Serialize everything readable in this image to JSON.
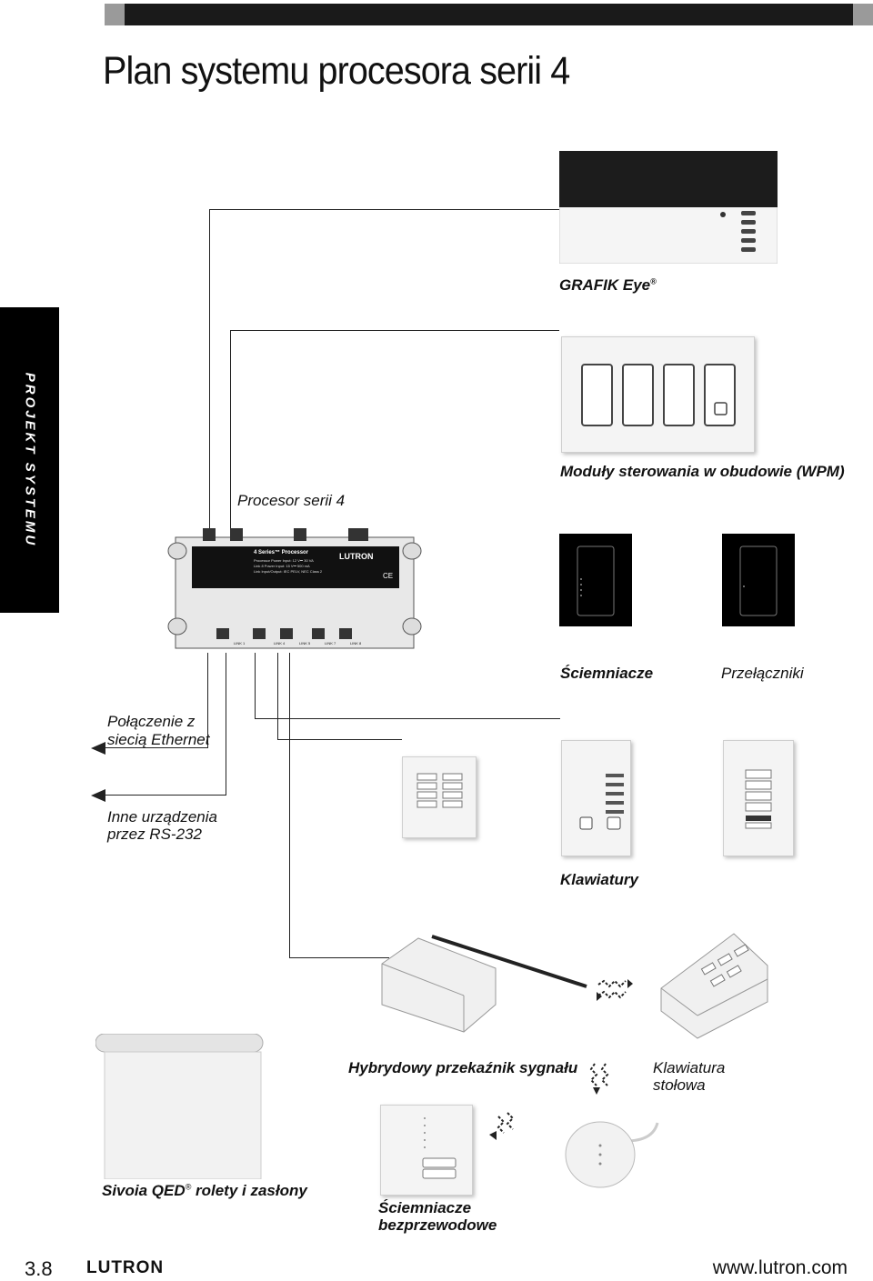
{
  "header": {
    "title": "Plan systemu procesora serii 4"
  },
  "sidebar": {
    "tab_label": "PROJEKT SYSTEMU"
  },
  "labels": {
    "grafik_eye": "GRAFIK Eye",
    "grafik_eye_reg": "®",
    "processor": "Procesor serii 4",
    "wpm": "Moduły sterowania w obudowie (WPM)",
    "dimmers": "Ściemniacze",
    "switches": "Przełączniki",
    "ethernet_line1": "Połączenie z",
    "ethernet_line2": "siecią Ethernet",
    "rs232_line1": "Inne urządzenia",
    "rs232_line2": "przez RS-232",
    "keypads": "Klawiatury",
    "hybrid_repeater": "Hybrydowy przekaźnik sygnału",
    "tabletop_line1": "Klawiatura",
    "tabletop_line2": "stołowa",
    "sivoia_a": "Sivoia QED",
    "sivoia_reg": "®",
    "sivoia_b": " rolety i zasłony",
    "wireless_line1": "Ściemniacze",
    "wireless_line2": "bezprzewodowe"
  },
  "processor_panel": {
    "brand": "LUTRON",
    "series": "4 Series™ Processor",
    "power_line": "Processor Power Input: 12 V⎓ 30 VA",
    "link_line": "Link 8 Power Input: 15 V⎓ 500 mA",
    "io_line": "Link Input/Output: IEC PELV, NEC Class 2",
    "ce_mark": "CE",
    "link_labels": [
      "LINK 1",
      "LINK 4",
      "LINK 5",
      "LINK 7",
      "LINK 8"
    ]
  },
  "footer": {
    "page_number": "3.8",
    "logo": "LUTRON",
    "url": "www.lutron.com"
  },
  "colors": {
    "sidebar_bg": "#000000",
    "line": "#222222",
    "panel": "#f4f4f4"
  },
  "icons": [
    "wireless-signal-icon",
    "arrow-left-icon"
  ]
}
